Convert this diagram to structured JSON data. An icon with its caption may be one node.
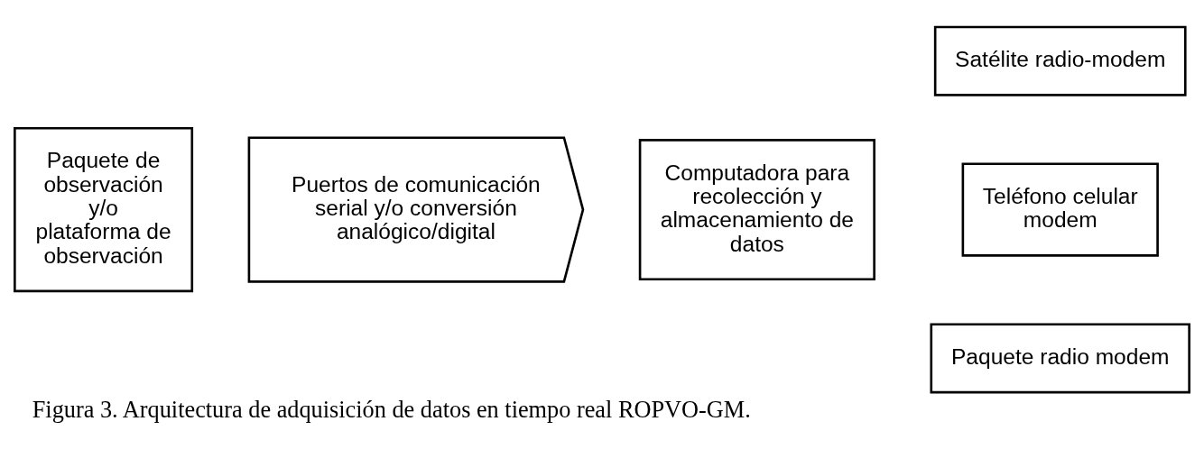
{
  "diagram": {
    "caption": "Figura 3. Arquitectura de adquisición de datos en tiempo real ROPVO-GM.",
    "nodes": [
      {
        "text": [
          "Paquete de observación y/o plataforma de observación"
        ]
      },
      {
        "text": [
          "Puertos de comunicación serial y/o conversión analógico/digital"
        ]
      },
      {
        "text": [
          "Computadora para recolección y almacenamiento de datos"
        ]
      },
      {
        "text": [
          "Satélite radio-modem"
        ]
      },
      {
        "text": [
          "Teléfono celular modem"
        ]
      },
      {
        "text": [
          "Paquete radio modem"
        ]
      }
    ]
  }
}
